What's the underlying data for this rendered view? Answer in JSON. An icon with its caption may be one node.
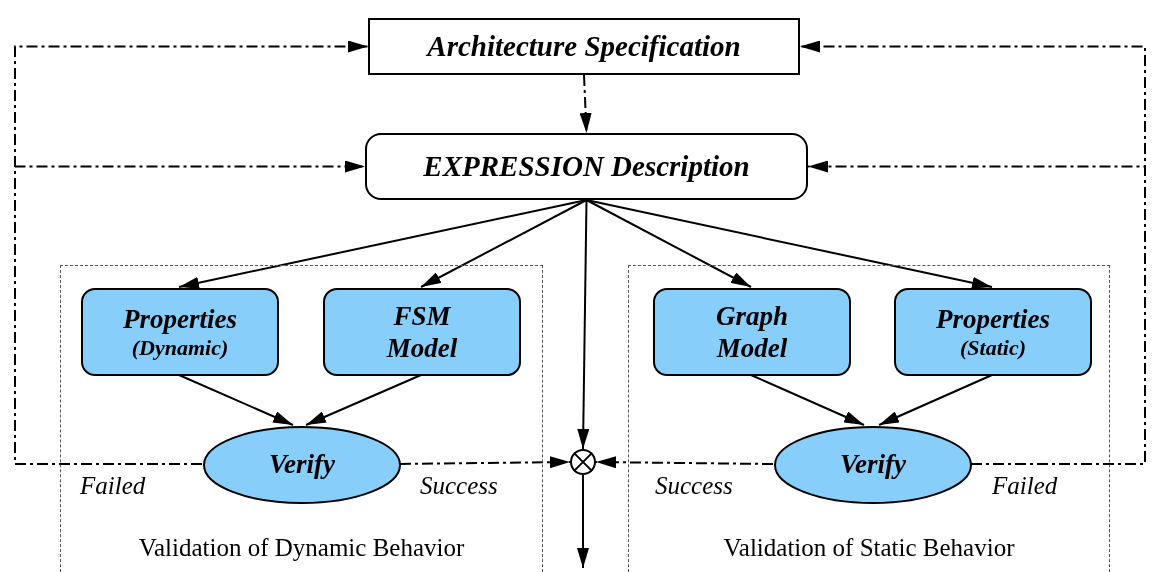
{
  "diagram": {
    "nodes": [
      {
        "text": [
          "Architecture Specification"
        ]
      },
      {
        "text": [
          "EXPRESSION Description"
        ]
      },
      {
        "text": [
          "Validation of Dynamic Behavior"
        ]
      },
      {
        "text": [
          "Properties",
          "(Dynamic)"
        ],
        "in": 2
      },
      {
        "text": [
          "FSM Model"
        ],
        "in": 2
      },
      {
        "text": [
          "Verify"
        ],
        "in": 2
      },
      {
        "text": [
          "Validation of Static Behavior"
        ]
      },
      {
        "text": [
          "Graph Model"
        ],
        "in": 6
      },
      {
        "text": [
          "Properties",
          "(Static)"
        ],
        "in": 6
      },
      {
        "text": [
          "Verify"
        ],
        "in": 6
      },
      {
        "text": [],
        "shape": "circle"
      }
    ],
    "edges": [
      {
        "from": 0,
        "to": 1,
        "arrow": "to",
        "style": "dashed"
      },
      {
        "from": 1,
        "to": 3,
        "arrow": "to"
      },
      {
        "from": 1,
        "to": 4,
        "arrow": "to"
      },
      {
        "from": 1,
        "to": 7,
        "arrow": "to"
      },
      {
        "from": 1,
        "to": 8,
        "arrow": "to"
      },
      {
        "from": 1,
        "to": 10,
        "arrow": "to"
      },
      {
        "from": 3,
        "to": 5,
        "arrow": "to"
      },
      {
        "from": 4,
        "to": 5,
        "arrow": "to"
      },
      {
        "from": 7,
        "to": 9,
        "arrow": "to"
      },
      {
        "from": 8,
        "to": 9,
        "arrow": "to"
      },
      {
        "from": 5,
        "to": 10,
        "arrow": "to",
        "style": "dashed",
        "label": "Success"
      },
      {
        "from": 9,
        "to": 10,
        "arrow": "to",
        "style": "dashed",
        "label": "Success"
      },
      {
        "from": 5,
        "to": 0,
        "arrow": "to",
        "style": "dashed",
        "label": "Failed"
      },
      {
        "from": 5,
        "to": 1,
        "arrow": "to",
        "style": "dashed"
      },
      {
        "from": 9,
        "to": 0,
        "arrow": "to",
        "style": "dashed",
        "label": "Failed"
      },
      {
        "from": 9,
        "to": 1,
        "arrow": "to",
        "style": "dashed"
      },
      {
        "from": 10,
        "to": null,
        "arrow": "to"
      }
    ]
  }
}
